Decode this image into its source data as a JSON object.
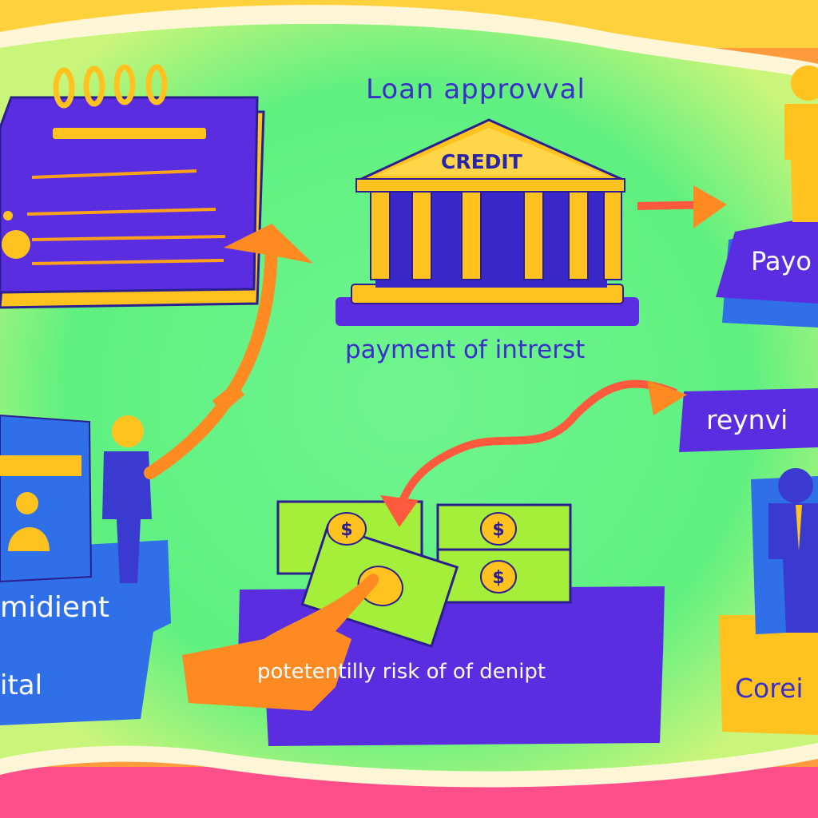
{
  "labels": {
    "title": "Loan approvval",
    "credit": "CREDIT",
    "payment": "payment of intrerst",
    "payo": "Payo",
    "reynvi": "reynvi",
    "midient": "midient",
    "ital": "ital",
    "risk": "potetentilly risk of of denipt",
    "corei": "Corei"
  },
  "icons": {
    "dollar": "$"
  },
  "colors": {
    "background_green": "#6cf58a",
    "purple": "#5a2ee0",
    "yellow": "#ffc21f",
    "orange": "#ff8a22",
    "blue": "#2f6fe8",
    "cash_green": "#a4ef3a",
    "label_text": "#3b2fc9"
  }
}
